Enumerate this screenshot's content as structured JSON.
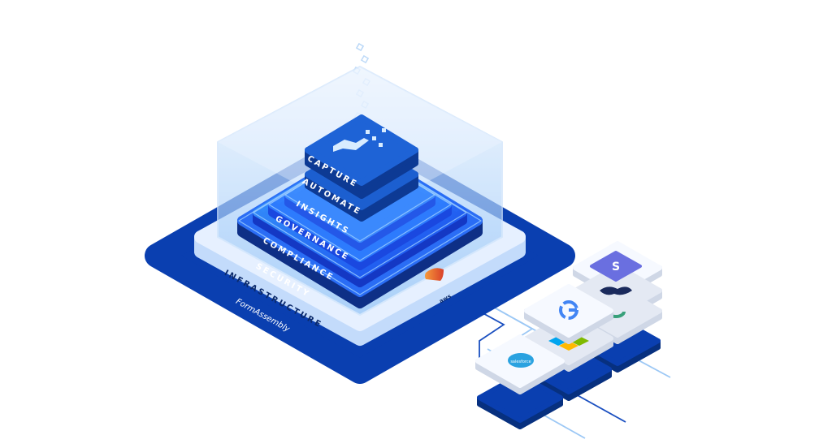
{
  "layers": {
    "capture": "CAPTURE",
    "automate": "AUTOMATE",
    "insights": "INSIGHTS",
    "governance": "GOVERNANCE",
    "compliance": "COMPLIANCE",
    "security": "SECURITY",
    "infrastructure": "INFRASTRUCTURE"
  },
  "logos": {
    "brand": "FormAssembly",
    "aws": "aws",
    "salesforce": "salesforce",
    "stack_s": "S"
  },
  "colors": {
    "base": "#0a3fb0",
    "platform": "#e6f0ff",
    "layer": "#1f6bff",
    "tile": "#1450b8",
    "shield": "#e8602c",
    "line": "#9cc8f5"
  },
  "icons": [
    "hand-data-icon",
    "shield-icon",
    "google-icon",
    "microsoft-icon",
    "salesforce-icon",
    "s-logo-icon",
    "dark-wave-icon",
    "green-logo-icon"
  ]
}
